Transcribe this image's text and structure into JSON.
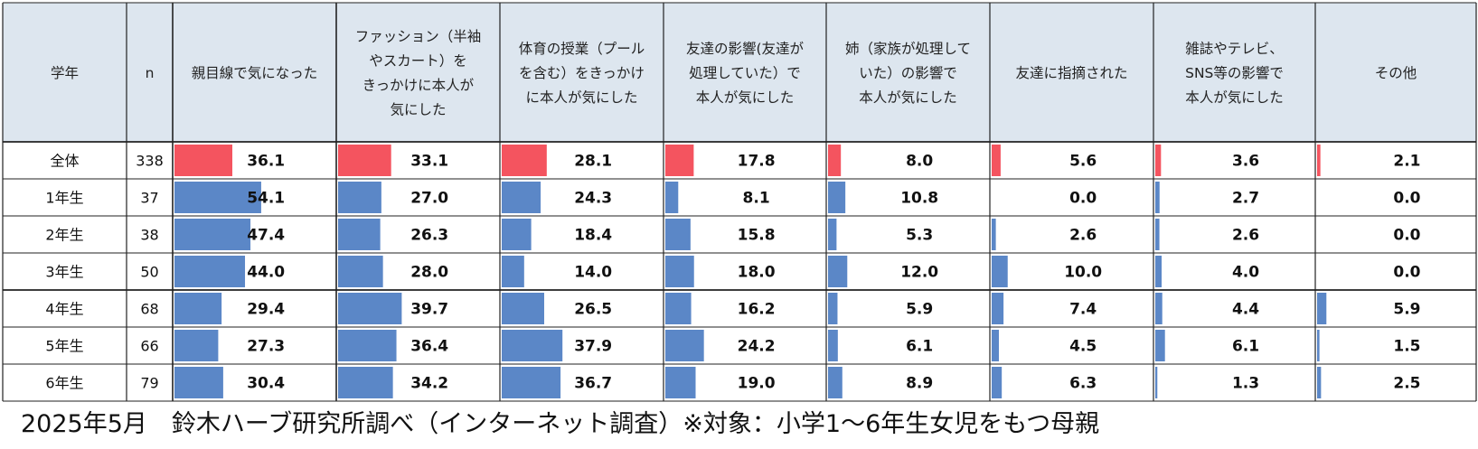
{
  "chart_data": {
    "type": "table",
    "columns": [
      {
        "id": "grade",
        "header": [
          "学年"
        ]
      },
      {
        "id": "n",
        "header": [
          "n"
        ]
      },
      {
        "id": "c1",
        "header": [
          "親目線で気になった"
        ]
      },
      {
        "id": "c2",
        "header": [
          "ファッション（半袖",
          "やスカート）を",
          "きっかけに本人が",
          "気にした"
        ]
      },
      {
        "id": "c3",
        "header": [
          "体育の授業（プール",
          "を含む）をきっかけ",
          "に本人が気にした"
        ]
      },
      {
        "id": "c4",
        "header": [
          "友達の影響(友達が",
          "処理していた）で",
          "本人が気にした"
        ]
      },
      {
        "id": "c5",
        "header": [
          "姉（家族が処理して",
          "いた）の影響で",
          "本人が気にした"
        ]
      },
      {
        "id": "c6",
        "header": [
          "友達に指摘された"
        ]
      },
      {
        "id": "c7",
        "header": [
          "雑誌やテレビ、",
          "SNS等の影響で",
          "本人が気にした"
        ]
      },
      {
        "id": "c8",
        "header": [
          "その他"
        ]
      }
    ],
    "rows": [
      {
        "grade": "全体",
        "n": "338",
        "values": [
          "36.1",
          "33.1",
          "28.1",
          "17.8",
          "8.0",
          "5.6",
          "3.6",
          "2.1"
        ],
        "highlight": true
      },
      {
        "grade": "1年生",
        "n": "37",
        "values": [
          "54.1",
          "27.0",
          "24.3",
          "8.1",
          "10.8",
          "0.0",
          "2.7",
          "0.0"
        ]
      },
      {
        "grade": "2年生",
        "n": "38",
        "values": [
          "47.4",
          "26.3",
          "18.4",
          "15.8",
          "5.3",
          "2.6",
          "2.6",
          "0.0"
        ]
      },
      {
        "grade": "3年生",
        "n": "50",
        "values": [
          "44.0",
          "28.0",
          "14.0",
          "18.0",
          "12.0",
          "10.0",
          "4.0",
          "0.0"
        ]
      },
      {
        "grade": "4年生",
        "n": "68",
        "values": [
          "29.4",
          "39.7",
          "26.5",
          "16.2",
          "5.9",
          "7.4",
          "4.4",
          "5.9"
        ]
      },
      {
        "grade": "5年生",
        "n": "66",
        "values": [
          "27.3",
          "36.4",
          "37.9",
          "24.2",
          "6.1",
          "4.5",
          "6.1",
          "1.5"
        ]
      },
      {
        "grade": "6年生",
        "n": "79",
        "values": [
          "30.4",
          "34.2",
          "36.7",
          "19.0",
          "8.9",
          "6.3",
          "1.3",
          "2.5"
        ]
      }
    ],
    "bar_scale_max": 54.1,
    "colors": {
      "total_bar": "#f4545f",
      "grade_bar": "#5b87c7",
      "header_bg": "#dde6ef",
      "grid": "#222222"
    }
  },
  "footer": "2025年5月　鈴木ハーブ研究所調べ（インターネット調査）※対象：小学1～6年生女児をもつ母親"
}
